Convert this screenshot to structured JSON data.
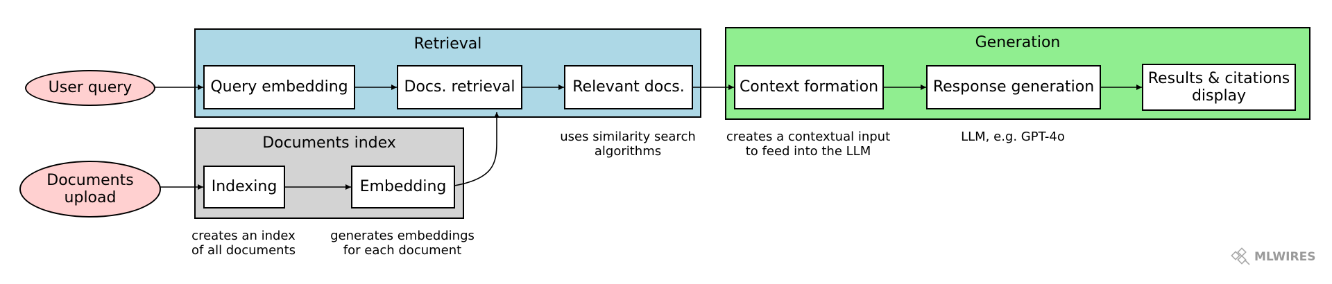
{
  "clusters": {
    "retrieval": {
      "title": "Retrieval",
      "fill": "#add8e6"
    },
    "generation": {
      "title": "Generation",
      "fill": "#90ee90"
    },
    "documents_index": {
      "title": "Documents index",
      "fill": "#d3d3d3"
    }
  },
  "sources": {
    "user_query": "User query",
    "documents_upload": "Documents\nupload"
  },
  "nodes": {
    "query_embedding": "Query embedding",
    "docs_retrieval": "Docs. retrieval",
    "relevant_docs": "Relevant docs.",
    "context_formation": "Context formation",
    "response_generation": "Response generation",
    "results_display": "Results & citations\ndisplay",
    "indexing": "Indexing",
    "embedding": "Embedding"
  },
  "notes": {
    "similarity": "uses similarity search\nalgorithms",
    "contextual": "creates a contextual input\nto feed into the LLM",
    "llm": "LLM, e.g. GPT-4o",
    "index": "creates an index\nof all documents",
    "embeddings": "generates embeddings\nfor each document"
  },
  "logo": {
    "text": "MLWIRES"
  },
  "colors": {
    "source_fill": "#ffd0d0",
    "stroke": "#000000"
  }
}
